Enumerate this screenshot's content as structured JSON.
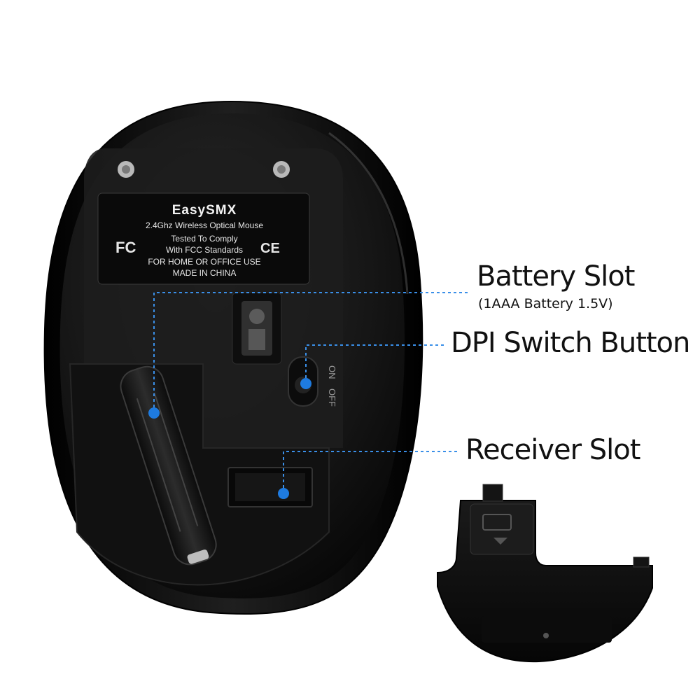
{
  "colors": {
    "background": "#ffffff",
    "mouse_body": "#141414",
    "label_plate": "#0a0a0a",
    "callout_dot": "#1e7be0",
    "callout_line": "#3a8fe8",
    "label_text": "#111111"
  },
  "device_label": {
    "brand": "EasySMX",
    "product": "2.4Ghz Wireless Optical Mouse",
    "compliance_1": "Tested To Comply",
    "compliance_2": "With FCC Standards",
    "usage": "FOR HOME OR OFFICE USE",
    "origin": "MADE IN CHINA",
    "fcc_mark": "FC",
    "ce_mark": "CE"
  },
  "switch": {
    "on_label": "ON",
    "off_label": "OFF"
  },
  "callouts": {
    "battery_slot": {
      "title": "Battery Slot",
      "subtitle": "(1AAA Battery 1.5V)"
    },
    "dpi_switch": {
      "title": "DPI Switch Button"
    },
    "receiver_slot": {
      "title": "Receiver Slot"
    }
  }
}
